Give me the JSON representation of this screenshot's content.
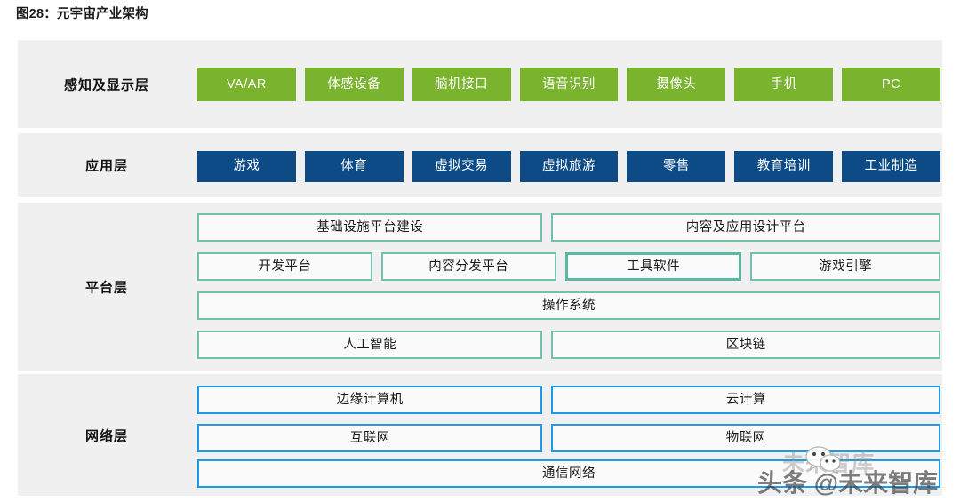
{
  "figure": {
    "title": "图28：元宇宙产业架构"
  },
  "layers": [
    {
      "id": "perception",
      "label": "感知及显示层",
      "style": "solid-green",
      "color": "#7ab32e",
      "rows": [
        {
          "items": [
            {
              "label": "VA/AR",
              "flex": 1
            },
            {
              "label": "体感设备",
              "flex": 1
            },
            {
              "label": "脑机接口",
              "flex": 1
            },
            {
              "label": "语音识别",
              "flex": 1
            },
            {
              "label": "摄像头",
              "flex": 1
            },
            {
              "label": "手机",
              "flex": 1
            },
            {
              "label": "PC",
              "flex": 1
            }
          ]
        }
      ]
    },
    {
      "id": "application",
      "label": "应用层",
      "style": "solid-blue",
      "color": "#0d4b86",
      "rows": [
        {
          "items": [
            {
              "label": "游戏",
              "flex": 1
            },
            {
              "label": "体育",
              "flex": 1
            },
            {
              "label": "虚拟交易",
              "flex": 1
            },
            {
              "label": "虚拟旅游",
              "flex": 1
            },
            {
              "label": "零售",
              "flex": 1
            },
            {
              "label": "教育培训",
              "flex": 1
            },
            {
              "label": "工业制造",
              "flex": 1
            }
          ]
        }
      ]
    },
    {
      "id": "platform",
      "label": "平台层",
      "style": "outline-teal",
      "color": "#73c0ab",
      "rows": [
        {
          "items": [
            {
              "label": "基础设施平台建设",
              "flex": 47,
              "emphasis": false
            },
            {
              "label": "内容及应用设计平台",
              "flex": 53,
              "emphasis": false
            }
          ]
        },
        {
          "items": [
            {
              "label": "开发平台",
              "flex": 23,
              "emphasis": false
            },
            {
              "label": "内容分发平台",
              "flex": 23,
              "emphasis": false
            },
            {
              "label": "工具软件",
              "flex": 23,
              "emphasis": true
            },
            {
              "label": "游戏引擎",
              "flex": 25,
              "emphasis": false
            }
          ]
        },
        {
          "items": [
            {
              "label": "操作系统",
              "flex": 100,
              "emphasis": false
            }
          ]
        },
        {
          "items": [
            {
              "label": "人工智能",
              "flex": 47,
              "emphasis": false
            },
            {
              "label": "区块链",
              "flex": 53,
              "emphasis": false
            }
          ]
        }
      ]
    },
    {
      "id": "network",
      "label": "网络层",
      "style": "outline-cyan",
      "color": "#1c9ae8",
      "rows": [
        {
          "items": [
            {
              "label": "边缘计算机",
              "flex": 47,
              "emphasis": false
            },
            {
              "label": "云计算",
              "flex": 53,
              "emphasis": false
            }
          ]
        },
        {
          "items": [
            {
              "label": "互联网",
              "flex": 47,
              "emphasis": false
            },
            {
              "label": "物联网",
              "flex": 53,
              "emphasis": false
            }
          ]
        },
        {
          "items": [
            {
              "label": "通信网络",
              "flex": 100,
              "emphasis": false
            }
          ]
        }
      ]
    }
  ],
  "watermark": {
    "ghost_text": "未来智库",
    "main_text": "头条 @未来智库",
    "icon": "wechat-icon"
  }
}
